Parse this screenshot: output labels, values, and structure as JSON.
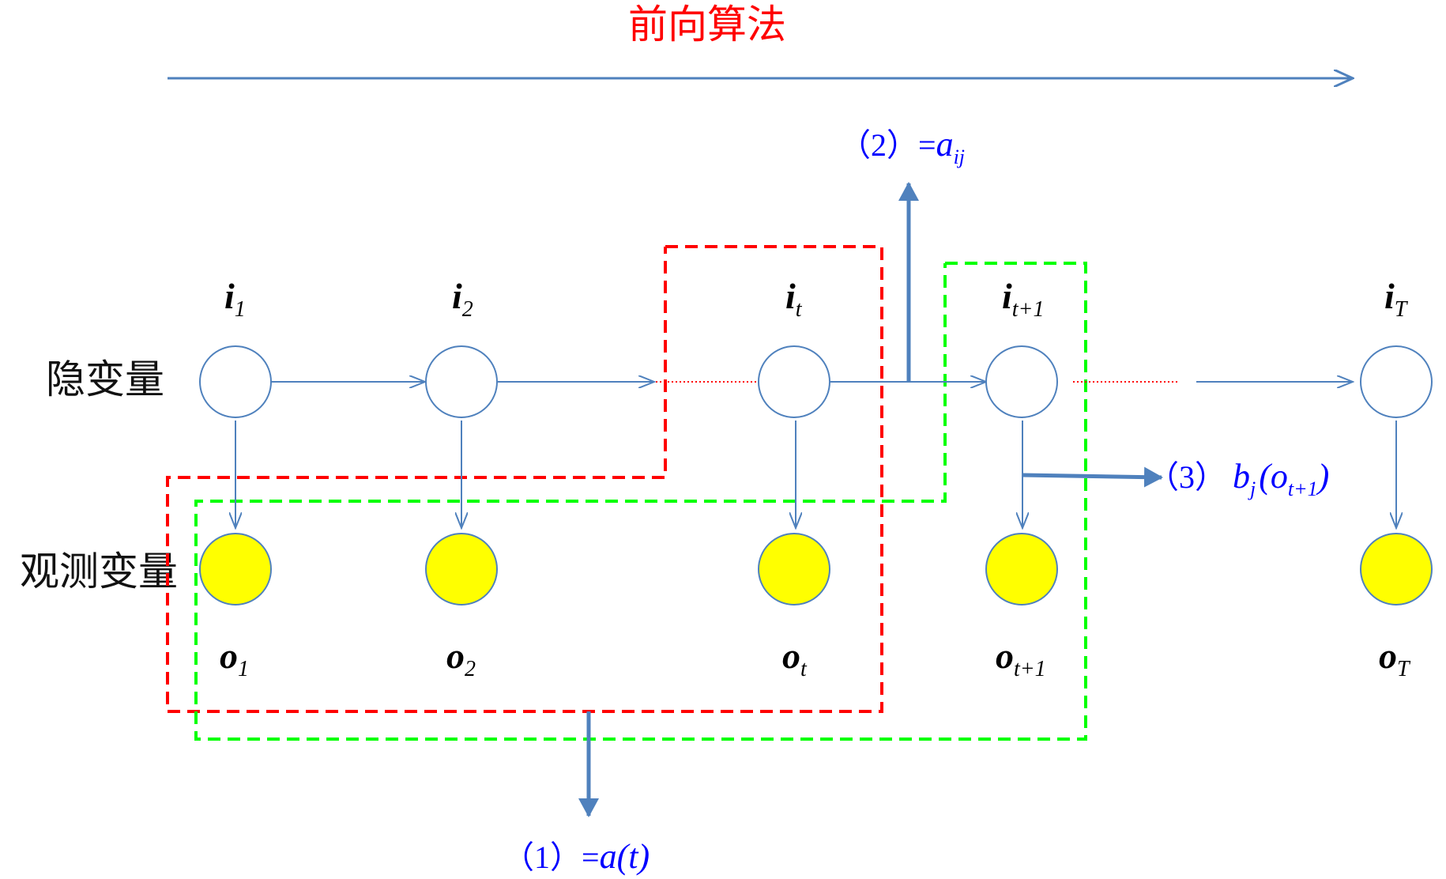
{
  "title": "前向算法",
  "rows": {
    "hidden_label": "隐变量",
    "observed_label": "观测变量"
  },
  "hidden_nodes": [
    {
      "base": "i",
      "sub": "1"
    },
    {
      "base": "i",
      "sub": "2"
    },
    {
      "base": "i",
      "sub": "t"
    },
    {
      "base": "i",
      "sub": "t+1"
    },
    {
      "base": "i",
      "sub": "T"
    }
  ],
  "observed_nodes": [
    {
      "base": "o",
      "sub": "1"
    },
    {
      "base": "o",
      "sub": "2"
    },
    {
      "base": "o",
      "sub": "t"
    },
    {
      "base": "o",
      "sub": "t+1"
    },
    {
      "base": "o",
      "sub": "T"
    }
  ],
  "annotations": {
    "a1": {
      "prefix": "（1）=",
      "main": "a",
      "rest": "(t)"
    },
    "a2": {
      "prefix": "（2）=",
      "main": "a",
      "sub": "ij"
    },
    "a3": {
      "prefix": "（3）",
      "main": "b",
      "sub": "j",
      "open": "(o",
      "sub2": "t+1",
      "close": ")"
    }
  },
  "colors": {
    "arrow": "#4f81bd",
    "observed_fill": "#ffff00",
    "red_box": "#ff0000",
    "green_box": "#00ff00",
    "title": "#ff0000",
    "annotation": "#0000ff"
  }
}
